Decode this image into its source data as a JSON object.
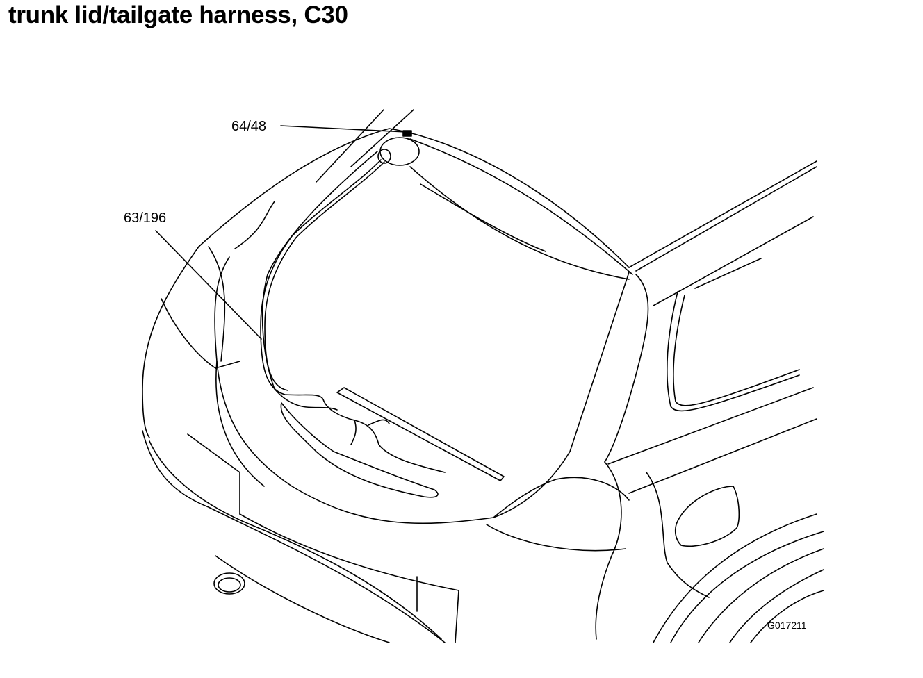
{
  "title": "trunk lid/tailgate harness, C30",
  "callouts": {
    "connector": "64/48",
    "harness": "63/196"
  },
  "figure_id": "G017211"
}
